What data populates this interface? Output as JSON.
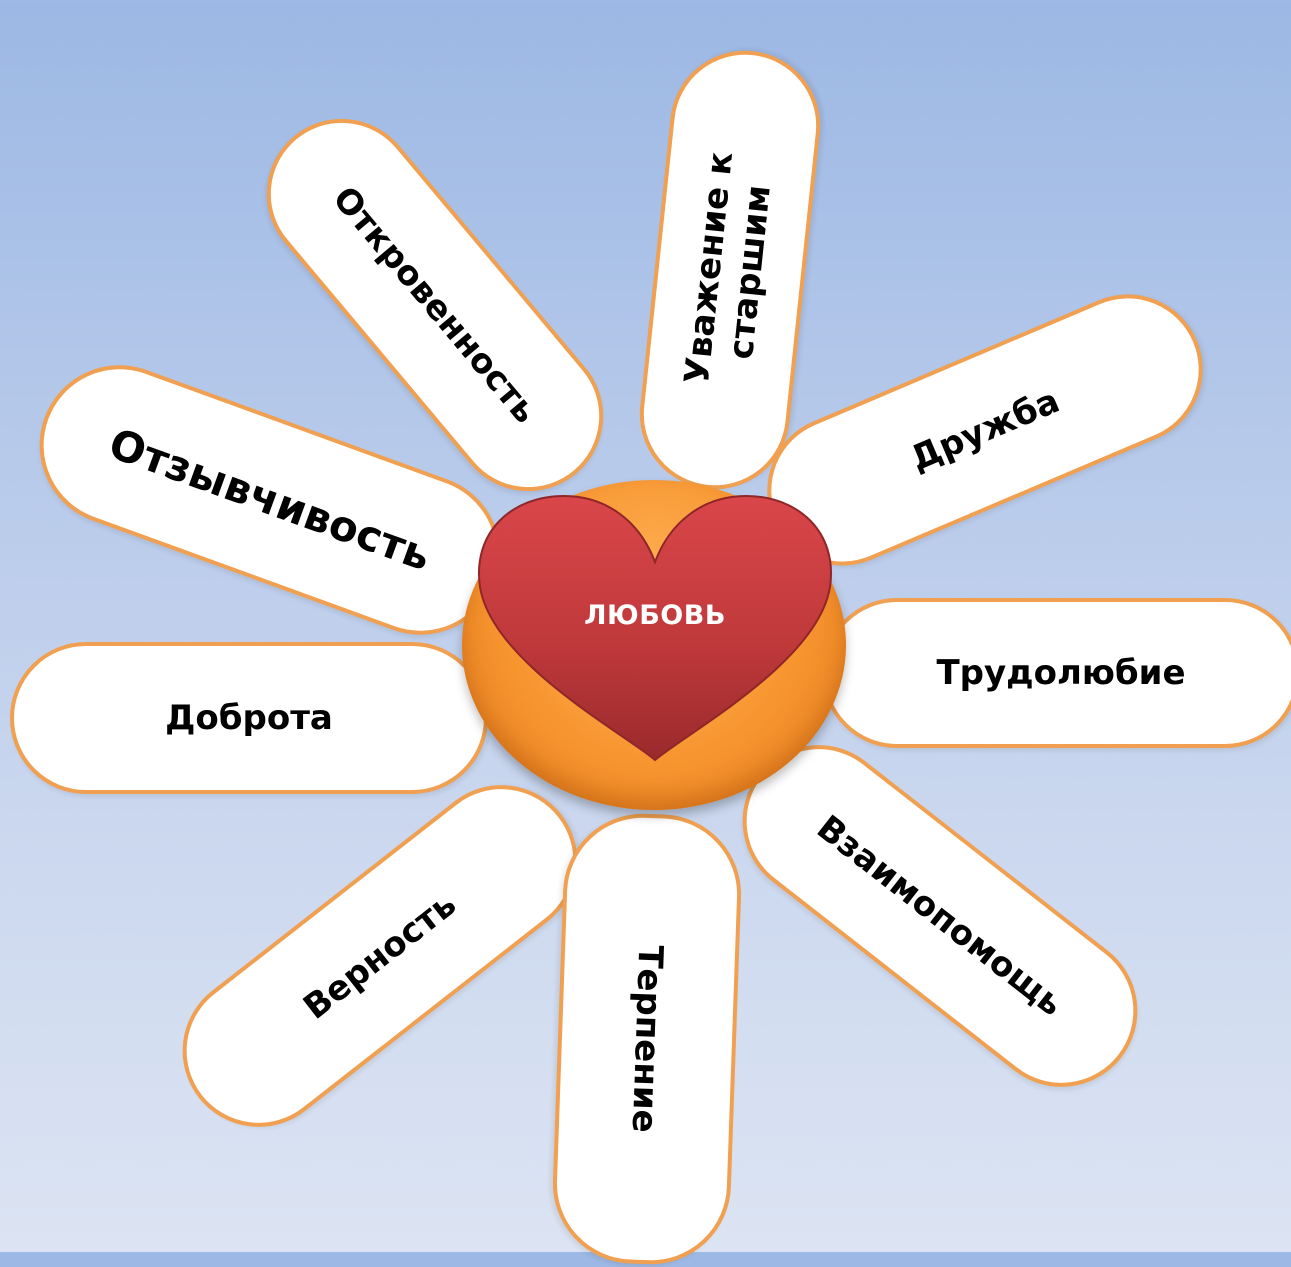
{
  "center": {
    "label": "ЛЮБОВЬ",
    "heart_color": "#c0393b",
    "disc_color": "#f7952f"
  },
  "petals": [
    {
      "id": "uvazhenie",
      "label": "Уважение к\nстаршим"
    },
    {
      "id": "otkrovennost",
      "label": "Откровенность"
    },
    {
      "id": "otzyvchivost",
      "label": "Отзывчивость"
    },
    {
      "id": "druzhba",
      "label": "Дружба"
    },
    {
      "id": "trudolyubie",
      "label": "Трудолюбие"
    },
    {
      "id": "dobrota",
      "label": "Доброта"
    },
    {
      "id": "vzaimopomosh",
      "label": "Взаимопомощь"
    },
    {
      "id": "vernost",
      "label": "Верность"
    },
    {
      "id": "terpenie",
      "label": "Терпение"
    }
  ],
  "colors": {
    "petal_fill": "#ffffff",
    "petal_border": "#f0a050"
  }
}
